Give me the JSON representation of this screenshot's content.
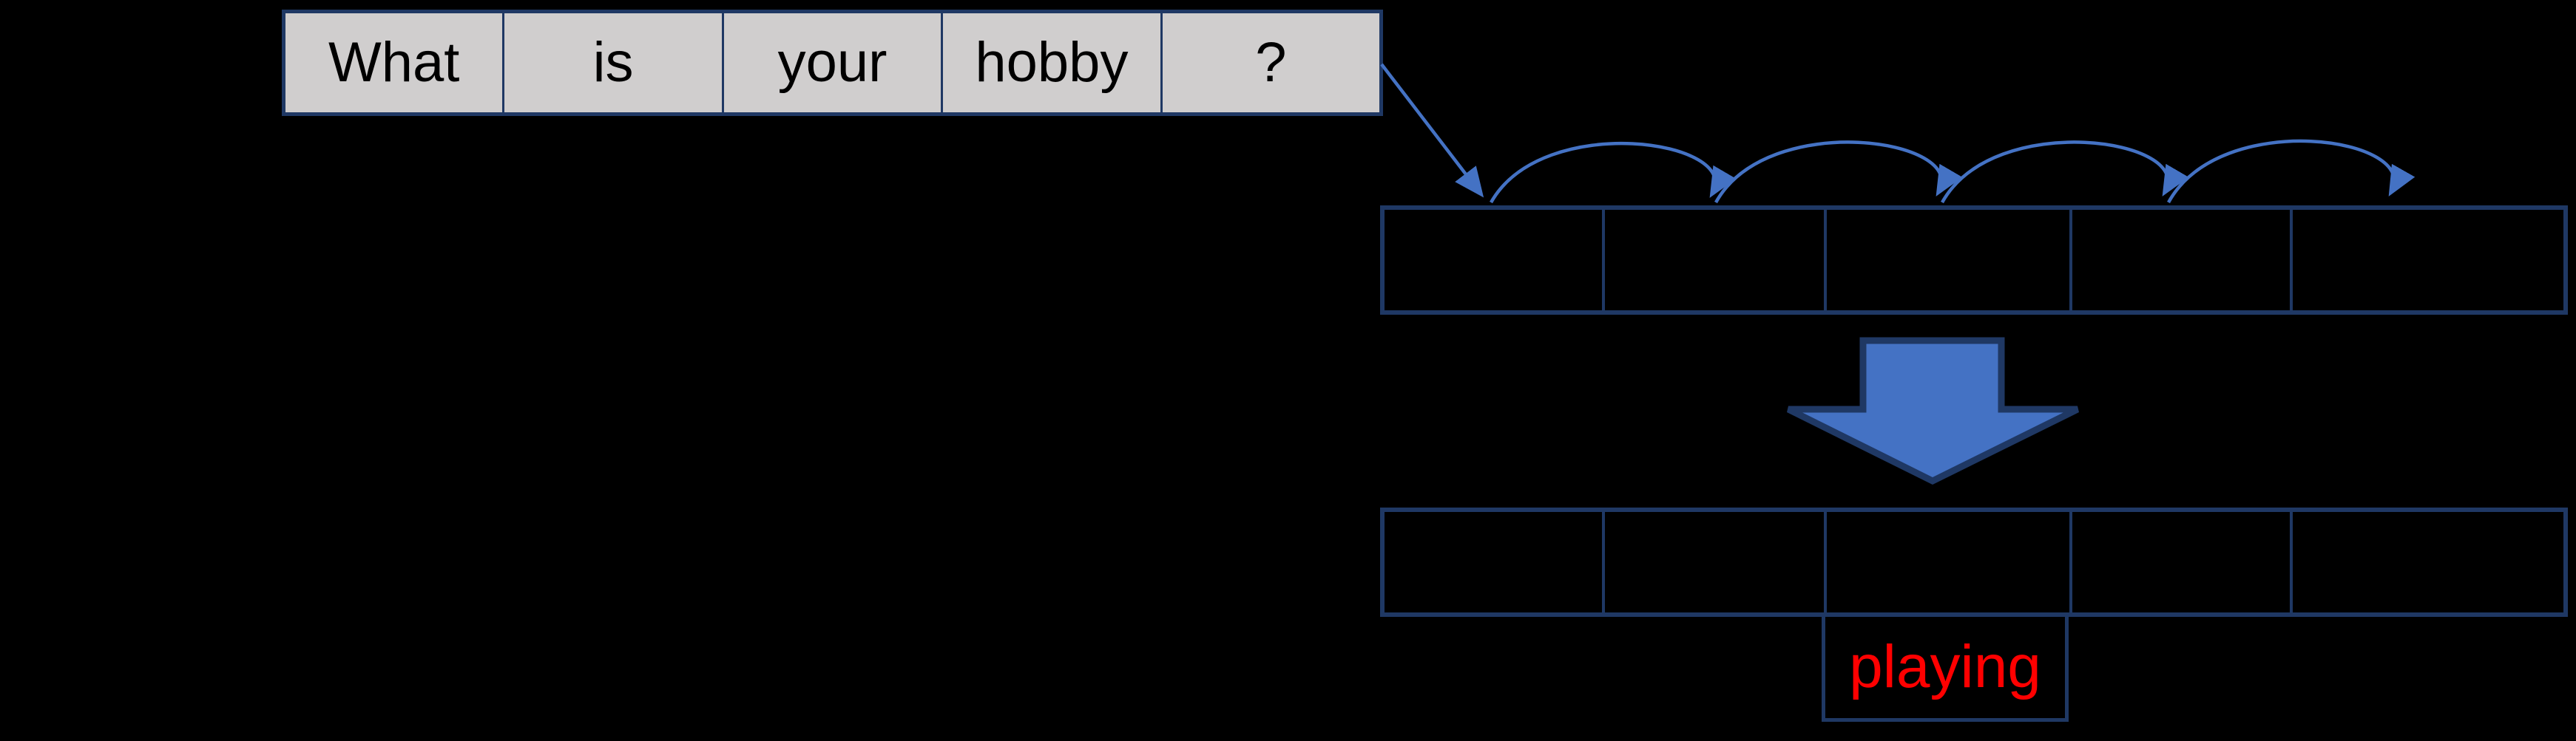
{
  "diagram": {
    "input_sentence": {
      "tokens": [
        "What",
        "is",
        "your",
        "hobby",
        "?"
      ]
    },
    "hidden_row": {
      "cell_count": 5
    },
    "output_row": {
      "cell_count": 5
    },
    "prediction": {
      "label": "playing"
    },
    "colors": {
      "background": "#000000",
      "box_border_navy": "#1f3864",
      "arrow_blue": "#4472c4",
      "token_cell_fill": "#d0cece",
      "token_text": "#000000",
      "prediction_text": "#ff0000"
    }
  }
}
